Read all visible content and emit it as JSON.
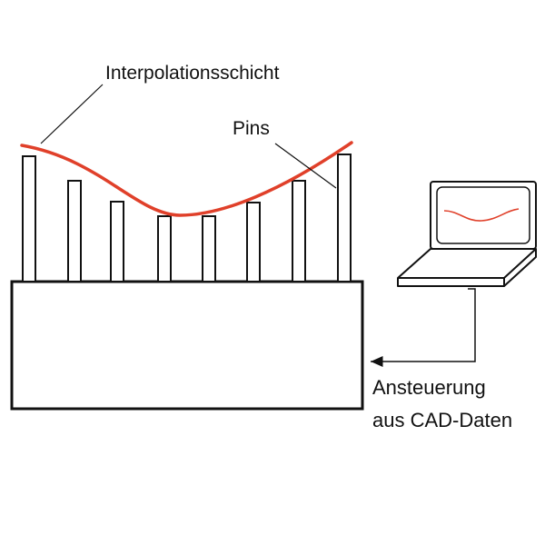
{
  "labels": {
    "interpolation_layer": "Interpolationsschicht",
    "pins": "Pins",
    "control_line1": "Ansteuerung",
    "control_line2": "aus CAD-Daten"
  },
  "pins": [
    {
      "name": "pin-1"
    },
    {
      "name": "pin-2"
    },
    {
      "name": "pin-3"
    },
    {
      "name": "pin-4"
    },
    {
      "name": "pin-5"
    },
    {
      "name": "pin-6"
    },
    {
      "name": "pin-7"
    },
    {
      "name": "pin-8"
    }
  ],
  "colors": {
    "curve": "#e0402a",
    "outline": "#111111",
    "background": "#ffffff"
  },
  "icons": {
    "computer": "laptop-icon"
  }
}
